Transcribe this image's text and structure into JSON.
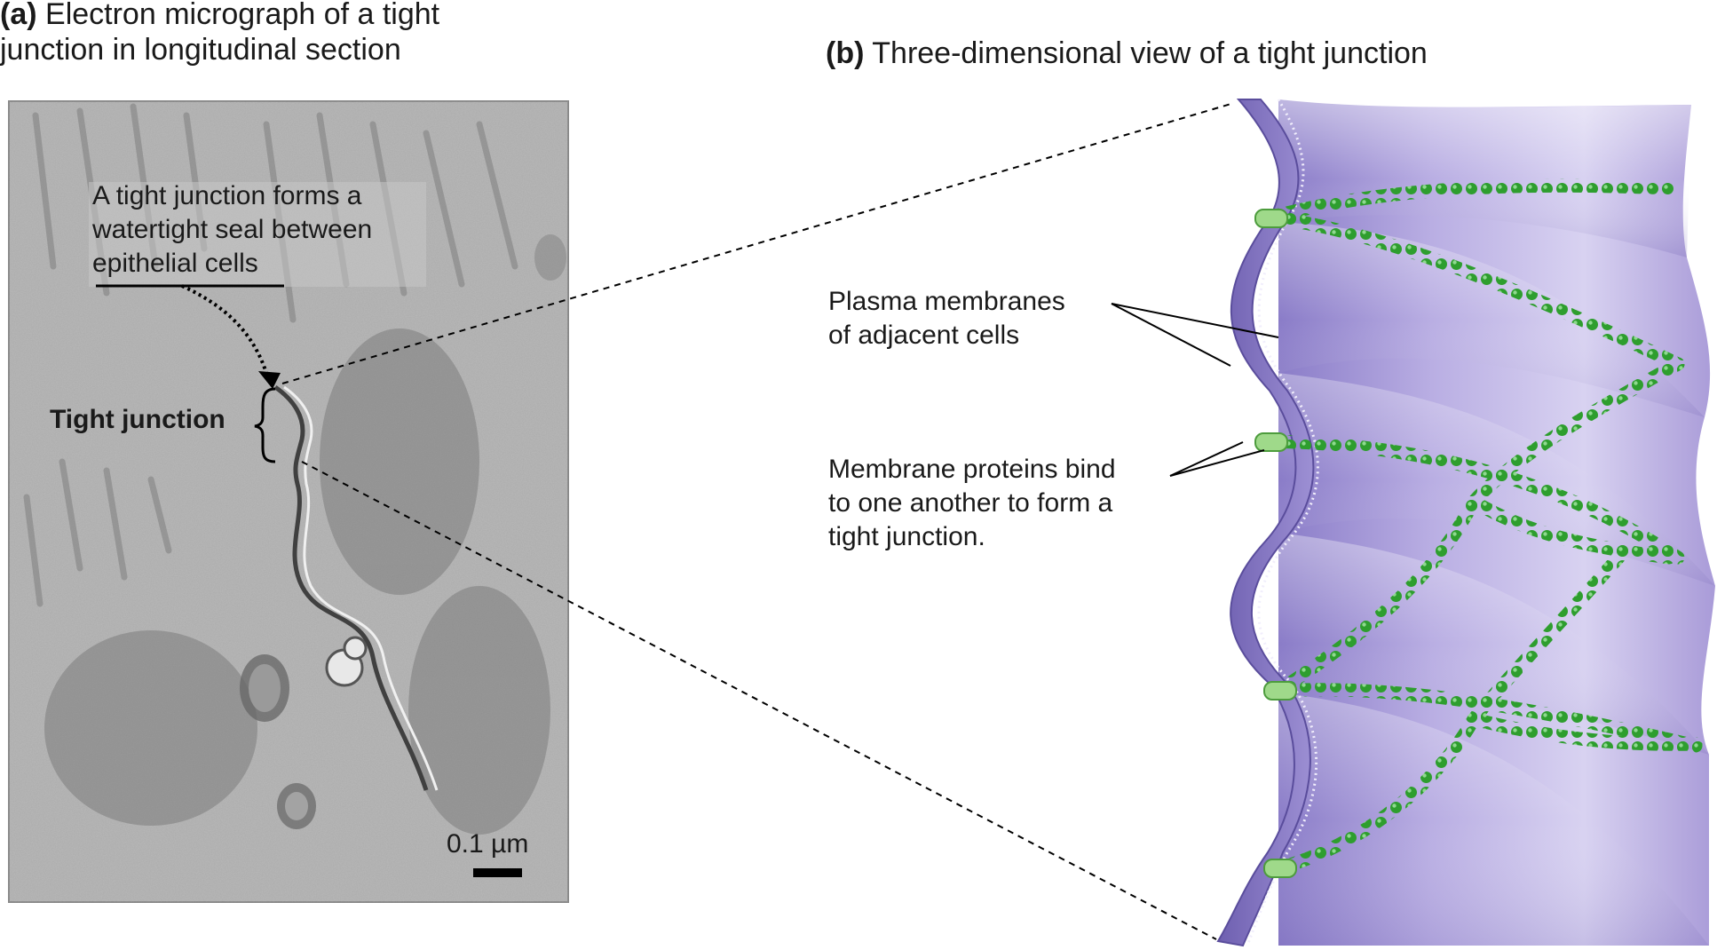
{
  "panel_a": {
    "letter": "(a)",
    "title_line1": "Electron micrograph of a tight",
    "title_line2": "junction in longitudinal section",
    "callout_line1": "A tight junction forms a",
    "callout_line2": "watertight seal between",
    "callout_line3": "epithelial cells",
    "tight_junction_label": "Tight junction",
    "scale_label": "0.1 µm"
  },
  "panel_b": {
    "letter": "(b)",
    "title": "Three-dimensional view of a tight junction",
    "membranes_line1": "Plasma membranes",
    "membranes_line2": "of adjacent cells",
    "proteins_line1": "Membrane proteins bind",
    "proteins_line2": "to one another to form a",
    "proteins_line3": "tight junction."
  },
  "colors": {
    "membrane_purple": "#a99bd8",
    "membrane_edge": "#6e5fb0",
    "protein_green": "#2e9e2e",
    "micrograph_gray": "#b8b8b8"
  }
}
